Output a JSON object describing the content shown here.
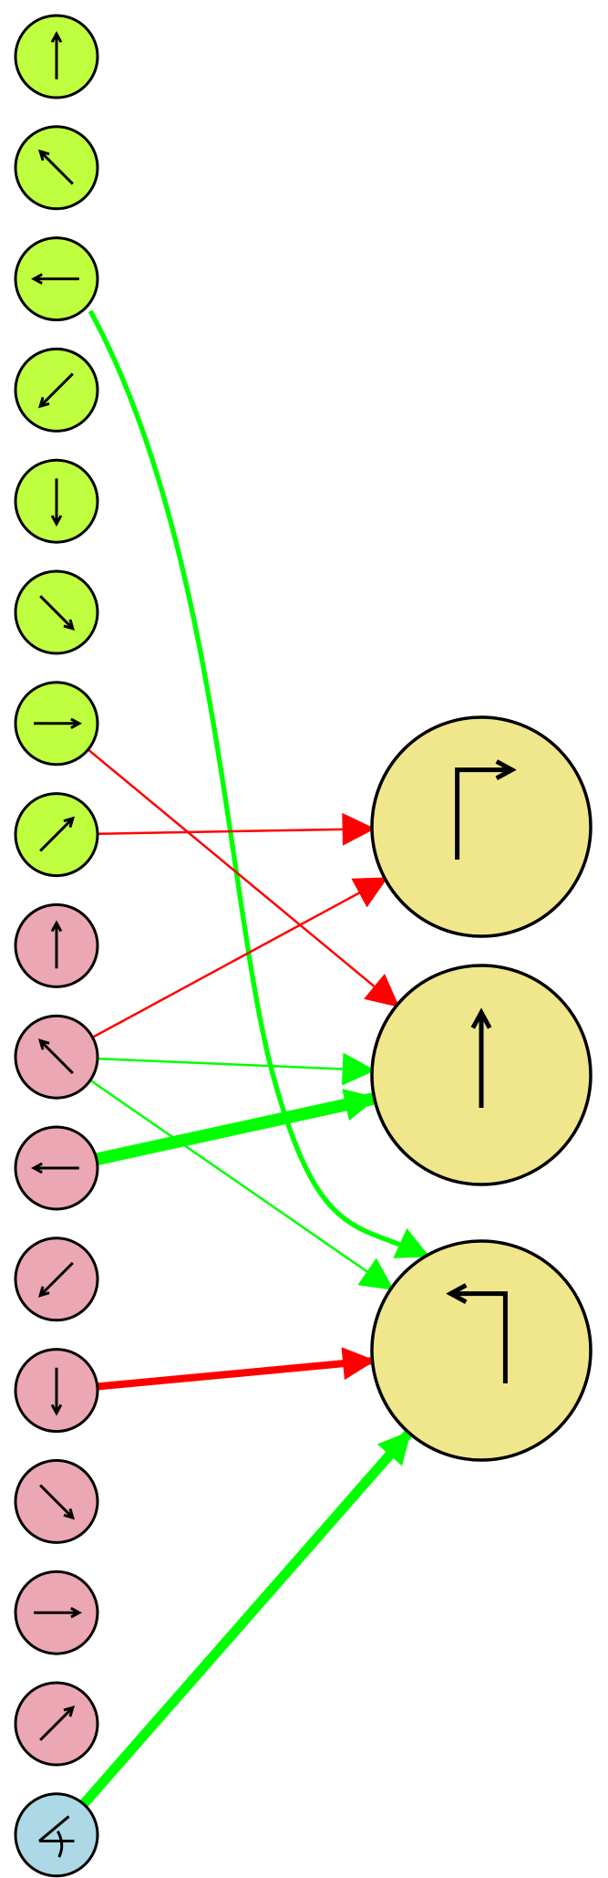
{
  "colors": {
    "input_top": "#bfff40",
    "input_bottom": "#eca7b4",
    "input_angle": "#add8e6",
    "output": "#f0e68c",
    "stroke": "#000000",
    "excite": "#00ff00",
    "inhibit": "#ff0000"
  },
  "nodes": [
    {
      "id": "a0",
      "group": "input_top",
      "icon": "arrow-up-icon"
    },
    {
      "id": "a1",
      "group": "input_top",
      "icon": "arrow-up-left-icon"
    },
    {
      "id": "a2",
      "group": "input_top",
      "icon": "arrow-left-icon"
    },
    {
      "id": "a3",
      "group": "input_top",
      "icon": "arrow-down-left-icon"
    },
    {
      "id": "a4",
      "group": "input_top",
      "icon": "arrow-down-icon"
    },
    {
      "id": "a5",
      "group": "input_top",
      "icon": "arrow-down-right-icon"
    },
    {
      "id": "a6",
      "group": "input_top",
      "icon": "arrow-right-icon"
    },
    {
      "id": "a7",
      "group": "input_top",
      "icon": "arrow-up-right-icon"
    },
    {
      "id": "b0",
      "group": "input_bottom",
      "icon": "arrow-up-icon"
    },
    {
      "id": "b1",
      "group": "input_bottom",
      "icon": "arrow-up-left-icon"
    },
    {
      "id": "b2",
      "group": "input_bottom",
      "icon": "arrow-left-icon"
    },
    {
      "id": "b3",
      "group": "input_bottom",
      "icon": "arrow-down-left-icon"
    },
    {
      "id": "b4",
      "group": "input_bottom",
      "icon": "arrow-down-icon"
    },
    {
      "id": "b5",
      "group": "input_bottom",
      "icon": "arrow-down-right-icon"
    },
    {
      "id": "b6",
      "group": "input_bottom",
      "icon": "arrow-right-icon"
    },
    {
      "id": "b7",
      "group": "input_bottom",
      "icon": "arrow-up-right-icon"
    },
    {
      "id": "c0",
      "group": "input_angle",
      "icon": "angle-icon"
    },
    {
      "id": "o0",
      "group": "output",
      "icon": "turn-right-icon"
    },
    {
      "id": "o1",
      "group": "output",
      "icon": "straight-up-icon"
    },
    {
      "id": "o2",
      "group": "output",
      "icon": "turn-left-icon"
    }
  ],
  "connections": [
    {
      "from": "a2",
      "to": "o2",
      "sign": "excite",
      "weight": 2
    },
    {
      "from": "a6",
      "to": "o1",
      "sign": "inhibit",
      "weight": 1
    },
    {
      "from": "a7",
      "to": "o0",
      "sign": "inhibit",
      "weight": 1
    },
    {
      "from": "b1",
      "to": "o0",
      "sign": "inhibit",
      "weight": 1
    },
    {
      "from": "b1",
      "to": "o1",
      "sign": "excite",
      "weight": 1
    },
    {
      "from": "b1",
      "to": "o2",
      "sign": "excite",
      "weight": 1
    },
    {
      "from": "b2",
      "to": "o1",
      "sign": "excite",
      "weight": 5
    },
    {
      "from": "b4",
      "to": "o2",
      "sign": "inhibit",
      "weight": 3
    },
    {
      "from": "c0",
      "to": "o2",
      "sign": "excite",
      "weight": 4
    }
  ]
}
